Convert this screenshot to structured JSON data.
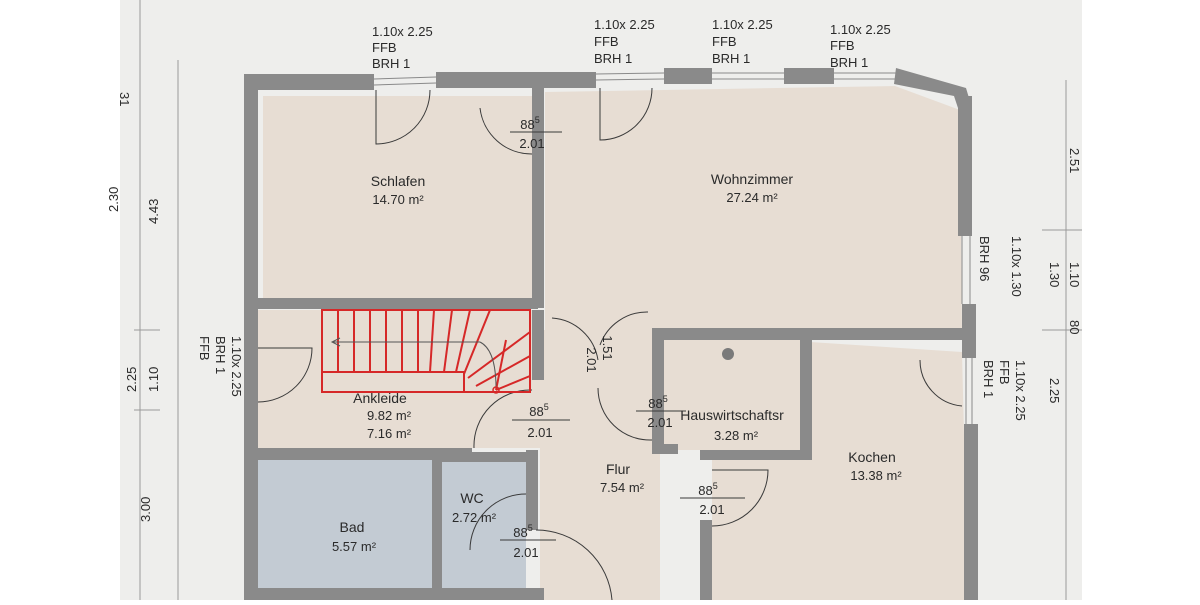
{
  "rooms": {
    "schlafen": {
      "name": "Schlafen",
      "area": "14.70 m²"
    },
    "wohnzimmer": {
      "name": "Wohnzimmer",
      "area": "27.24 m²"
    },
    "ankleide": {
      "name": "Ankleide",
      "area": "9.82 m²",
      "area2": "7.16 m²"
    },
    "hauswirtschaft": {
      "name": "Hauswirtschaftsr",
      "area": "3.28 m²"
    },
    "kochen": {
      "name": "Kochen",
      "area": "13.38 m²"
    },
    "flur": {
      "name": "Flur",
      "area": "7.54 m²"
    },
    "wc": {
      "name": "WC",
      "area": "2.72 m²"
    },
    "bad": {
      "name": "Bad",
      "area": "5.57 m²"
    }
  },
  "windows": {
    "top1": {
      "size": "1.10x 2.25",
      "ffb": "FFB",
      "brh": "BRH 1"
    },
    "top2": {
      "size": "1.10x 2.25",
      "ffb": "FFB",
      "brh": "BRH 1"
    },
    "top3": {
      "size": "1.10x 2.25",
      "ffb": "FFB",
      "brh": "BRH 1"
    },
    "top4": {
      "size": "1.10x 2.25",
      "ffb": "FFB",
      "brh": "BRH 1"
    },
    "left": {
      "size": "1.10x 2.25",
      "brh": "BRH 1",
      "ffb": "FFB"
    },
    "right_upper": {
      "size": "1.10x 1.30",
      "brh": "BRH 96"
    },
    "right_lower": {
      "size": "1.10x 2.25",
      "ffb": "FFB",
      "brh": "BRH 1"
    }
  },
  "doors": {
    "d1": {
      "width_base": "88",
      "width_sup": "5",
      "height": "2.01"
    },
    "d2": {
      "width_base": "88",
      "width_sup": "5",
      "height": "2.01"
    },
    "d3": {
      "width_base": "88",
      "width_sup": "5",
      "height": "2.01"
    },
    "d4": {
      "width_base": "88",
      "width_sup": "5",
      "height": "2.01"
    },
    "d5": {
      "width_base": "88",
      "width_sup": "5",
      "height": "2.01"
    },
    "d6": {
      "width": "1.51",
      "height": "2.01"
    }
  },
  "dimensions": {
    "left_4_43": "4.43",
    "left_2_30": "2.30",
    "left_31": "31",
    "left_1_10": "1.10",
    "left_2_25": "2.25",
    "left_3_00": "3.00",
    "right_2_51": "2.51",
    "right_1_30": "1.30",
    "right_1_10": "1.10",
    "right_2_25": "2.25",
    "right_80": "80"
  },
  "colors": {
    "wall": "#8a8a8a",
    "floor": "#e7ddd3",
    "bath_tile": "#c3cbd3",
    "stair": "#d62828"
  }
}
